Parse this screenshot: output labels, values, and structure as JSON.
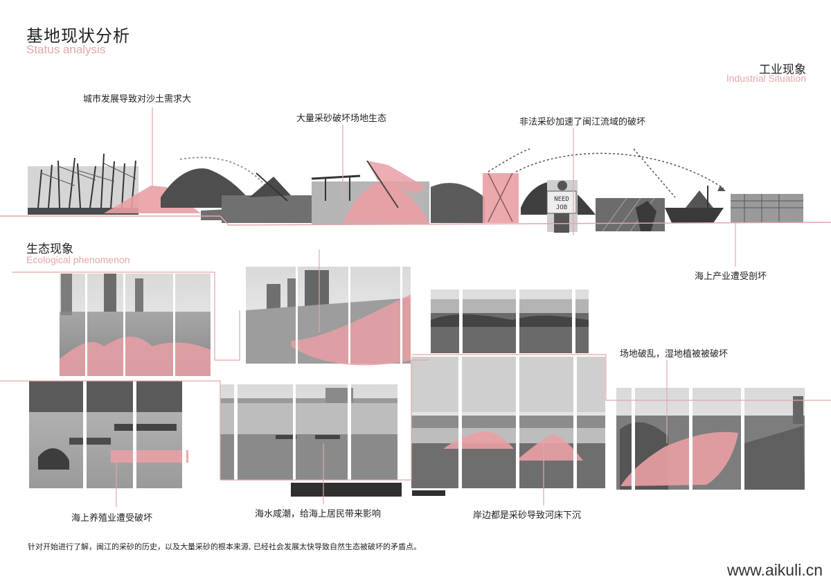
{
  "header": {
    "title_cn": "基地现状分析",
    "title_en": "Status analysis"
  },
  "industrial": {
    "title_cn": "工业现象",
    "title_en": "Industrial Situation",
    "captions": [
      "城市发展导致对沙土需求大",
      "大量采砂破坏场地生态",
      "非法采砂加速了闽江流域的破坏",
      "海上产业遭受剖坏"
    ],
    "sign_text": [
      "NEED",
      "JOB"
    ]
  },
  "ecological": {
    "title_cn": "生态现象",
    "title_en": "Ecological phenomenon",
    "captions": [
      "场地破乱，湿地植被被破坏",
      "海上养殖业遭受破坏",
      "海水咸潮，给海上居民带来影响",
      "岸边都是采砂导致河床下沉"
    ]
  },
  "footnote": "针对开始进行了解，闽江的采砂的历史，以及大量采砂的根本来源, 已经社会发展太快导致自然生态被破坏的矛盾点。",
  "watermark": "www.aikuli.cn",
  "colors": {
    "accent": "#e3a6ab",
    "pink_fill": "#e9a0a5",
    "photo_gray": "#8a8a8a",
    "dark_gray": "#3a3a3a"
  }
}
